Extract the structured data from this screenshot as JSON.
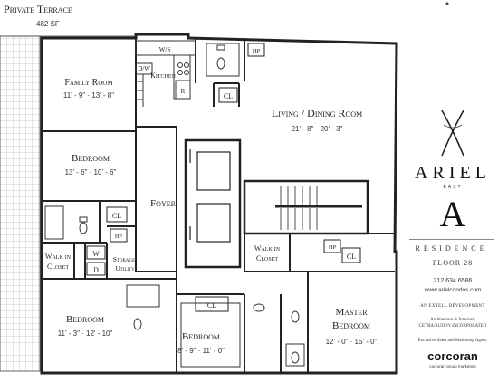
{
  "terrace": {
    "title": "Private Terrace",
    "area": "482 SF"
  },
  "rooms": {
    "family_room": {
      "name": "Family Room",
      "dims": "11' - 9\" · 13' - 8\""
    },
    "kitchen": {
      "name": "Kitchen"
    },
    "living_dining": {
      "name": "Living / Dining Room",
      "dims": "21' - 8\" · 20' - 3\""
    },
    "bedroom_1": {
      "name": "Bedroom",
      "dims": "13' - 6\" · 10' - 6\""
    },
    "foyer": {
      "name": "Foyer"
    },
    "walk_in_closet_1": {
      "line1": "Walk in",
      "line2": "Closet"
    },
    "storage": {
      "line1": "Storage/",
      "line2": "Utility"
    },
    "walk_in_closet_2": {
      "line1": "Walk in",
      "line2": "Closet"
    },
    "bedroom_2": {
      "name": "Bedroom",
      "dims": "11' - 3\" · 12' - 10\""
    },
    "bedroom_3": {
      "name": "Bedroom",
      "dims": "8' - 9\" · 11' - 0\""
    },
    "master_bedroom": {
      "line1": "Master",
      "line2": "Bedroom",
      "dims": "12' - 0\" · 15' - 0\""
    }
  },
  "tags": {
    "ws": "W/S",
    "dw": "D/W",
    "r": "R",
    "cl": "CL",
    "hp": "HP",
    "w": "W",
    "d": "D"
  },
  "brand": {
    "name": "ARIEL",
    "sub": "EAST",
    "letter": "A",
    "residence": "RESIDENCE",
    "floor": "FLOOR 28",
    "phone": "212.634.6586",
    "website": "www.arielcondos.com",
    "development": "AN EXTELL DEVELOPMENT",
    "architects_line1": "Architecture & Interiors:",
    "architects_line2": "CETRA/RUDDY INCORPORATED",
    "sales": "Exclusive Sales and Marketing Agent:",
    "agent": "corcoran",
    "agent_sub": "corcoran group marketing"
  }
}
